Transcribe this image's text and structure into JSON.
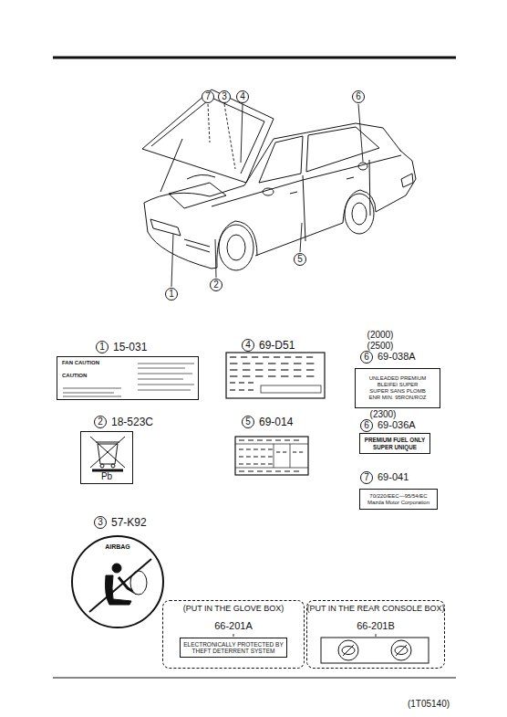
{
  "diagram": {
    "nodes": [
      {
        "text": [
          "FAN CAUTION",
          "CAUTION"
        ]
      },
      {
        "text": [
          "Pb"
        ]
      },
      {
        "text": [
          "AIRBAG"
        ]
      },
      {
        "text": [
          "UNLEADED PREMIUM",
          "BLEIFEI SUPER",
          "SUPER SANS PLOMB",
          "ENR MIN. 95RON/ROZ"
        ]
      },
      {
        "text": [
          "PREMIUM FUEL ONLY",
          "SUPER UNIQUE"
        ]
      },
      {
        "text": [
          "70/220/EEC—95/54/EC",
          "Mazda Motor Corporation"
        ]
      },
      {
        "text": [
          "(PUT IN THE GLOVE BOX)"
        ]
      },
      {
        "text": [
          "ELECTRONICALLY PROTECTED BY THEFT DETERRENT SYSTEM"
        ],
        "in": 6
      },
      {
        "text": [
          "(PUT IN THE REAR CONSOLE BOX)"
        ]
      }
    ],
    "labels": [
      "7",
      "3",
      "4",
      "6",
      "5",
      "1",
      "2",
      "1",
      "15-031",
      "2",
      "18-523C",
      "3",
      "57-K92",
      "4",
      "69-D51",
      "5",
      "69-014",
      "(2000)",
      "(2500)",
      "6",
      "69-038A",
      "(2300)",
      "6",
      "69-036A",
      "7",
      "69-041",
      "66-201A",
      "66-201B",
      "(1T05140)"
    ]
  }
}
